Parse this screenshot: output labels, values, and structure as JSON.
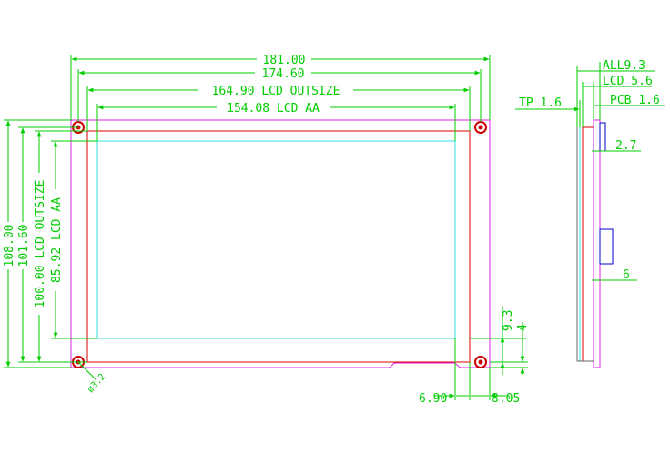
{
  "colors": {
    "dimension": "#00cc00",
    "pcb_outline": "#e020e0",
    "lcd_outline": "#e00000",
    "active_area": "#30e0e0",
    "connector": "#0000cc",
    "mount_hole": "#cc0000"
  },
  "front_view": {
    "width_total": "181.00",
    "width_holes": "174.60",
    "width_lcd": "164.90 LCD OUTSIZE",
    "width_aa": "154.08 LCD AA",
    "height_total": "108.00",
    "height_holes": "101.60",
    "height_lcd": "100.00 LCD OUTSIZE",
    "height_aa": "85.92 LCD AA",
    "hole_diameter": "ø3.2",
    "offset_right_1": "9.3",
    "offset_right_2": "4",
    "offset_bottom_left": "6.90",
    "offset_bottom_right": "8.05"
  },
  "side_view": {
    "all": "ALL9.3",
    "lcd": "LCD 5.6",
    "pcb": "PCB 1.6",
    "tp": "TP 1.6",
    "upper_connector": "2.7",
    "lower_connector": "6"
  }
}
